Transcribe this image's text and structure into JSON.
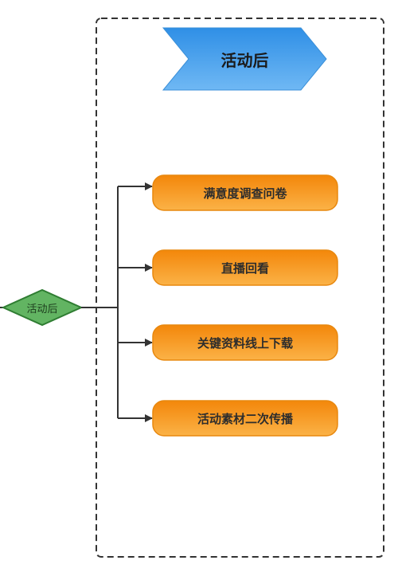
{
  "banner": {
    "title": "活动后",
    "color_start": "#2f8fe6",
    "color_end": "#6fb8f4"
  },
  "root": {
    "label": "活动后",
    "color": "#62b462",
    "border": "#2f7d32"
  },
  "items": [
    {
      "label": "满意度调查问卷"
    },
    {
      "label": "直播回看"
    },
    {
      "label": "关键资料线上下载"
    },
    {
      "label": "活动素材二次传播"
    }
  ],
  "colors": {
    "node_top": "#f3870a",
    "node_bottom": "#fbb247",
    "node_border": "#e8880f",
    "connector": "#333333",
    "frame_border": "#333333"
  }
}
